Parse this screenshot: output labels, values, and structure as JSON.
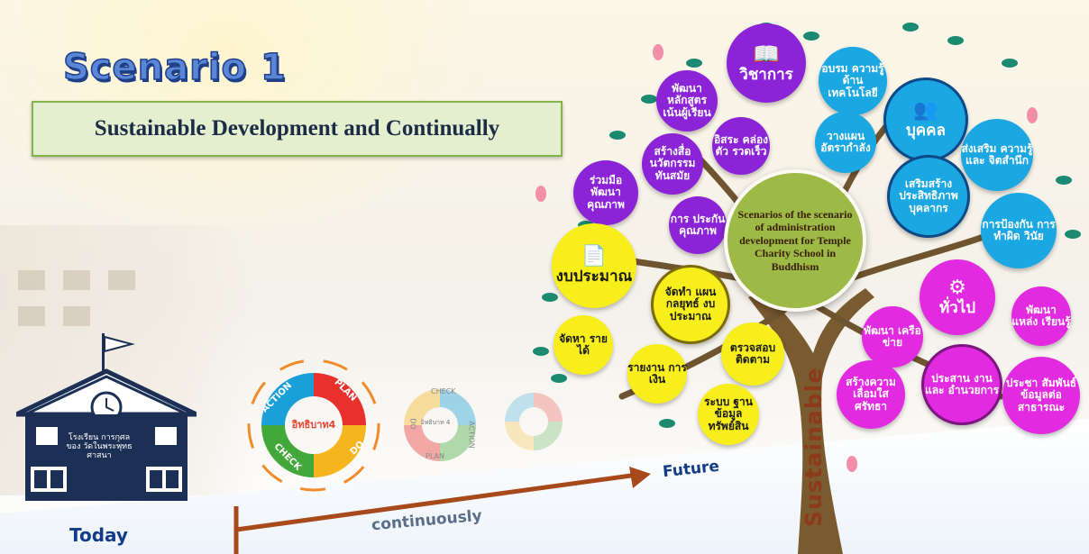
{
  "header": {
    "title": "Scenario 1",
    "subtitle": "Sustainable Development and Continually"
  },
  "center": {
    "text": "Scenarios of the scenario of administration development for Temple Charity School in Buddhism"
  },
  "school": {
    "label": "โรงเรียน การกุศลของ วัดในพระพุทธ ศาสนา"
  },
  "pdca": {
    "center_label": "อิทธิบาท4",
    "plan": "PLAN",
    "do": "DO",
    "check": "CHECK",
    "action": "ACTION",
    "faded_center_label": "อิทธิบาท 4"
  },
  "timeline": {
    "today": "Today",
    "future": "Future",
    "continuously": "continuously",
    "sustainable": "Sustainable"
  },
  "categories": {
    "academic": "วิชาการ",
    "personnel": "บุคคล",
    "budget": "งบประมาณ",
    "general": "ทั่วไป"
  },
  "academic_items": {
    "a1": "พัฒนา หลักสูตร เน้นผู้เรียน",
    "a2": "สร้างสื่อ นวัตกรรม ทันสมัย",
    "a3": "อิสระ คล่องตัว รวดเร็ว",
    "a4": "ร่วมมือ พัฒนา คุณภาพ",
    "a5": "การ ประกัน คุณภาพ"
  },
  "personnel_items": {
    "b1": "อบรม ความรู้ด้าน เทคโนโลยี",
    "b2": "วางแผน อัตรากำลัง",
    "b3": "ส่งเสริม ความรู้และ จิตสำนึก",
    "b4": "เสริมสร้าง ประสิทธิภาพ บุคลากร",
    "b5": "การป้องกัน การทำผิด วินัย"
  },
  "budget_items": {
    "c1": "จัดทำ แผนกลยุทธ์ งบประมาณ",
    "c2": "จัดหา รายได้",
    "c3": "รายงาน การเงิน",
    "c4": "ตรวจสอบ ติดตาม",
    "c5": "ระบบ ฐานข้อมูล ทรัพย์สิน"
  },
  "general_items": {
    "d1": "พัฒนา แหล่ง เรียนรู้",
    "d2": "พัฒนา เครือข่าย",
    "d3": "สร้างความ เลื่อมใส ศรัทธา",
    "d4": "ประสาน งานและ อำนวยการ",
    "d5": "ประชา สัมพันธ์ ข้อมูลต่อ สาธารณะ"
  },
  "colors": {
    "academic": "#8b24d6",
    "personnel": "#1aa7e2",
    "budget": "#f7ee1c",
    "general": "#e22be0",
    "center": "#9cba45",
    "title": "#5b86d6"
  }
}
